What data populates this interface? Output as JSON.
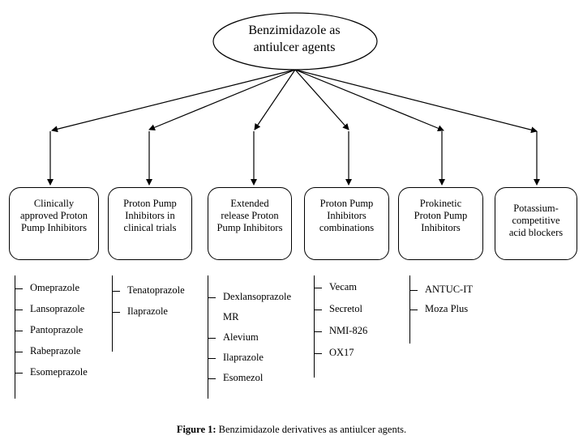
{
  "root": {
    "label_line1": "Benzimidazole as",
    "label_line2": "antiulcer agents"
  },
  "categories": [
    {
      "label": "Clinically approved Proton Pump Inhibitors",
      "items": [
        "Omeprazole",
        "Lansoprazole",
        "Pantoprazole",
        "Rabeprazole",
        "Esomeprazole"
      ]
    },
    {
      "label": "Proton Pump Inhibitors in clinical trials",
      "items": [
        "Tenatoprazole",
        "Ilaprazole"
      ]
    },
    {
      "label": "Extended release Proton Pump Inhibitors",
      "items": [
        "Dexlansoprazole",
        "MR",
        "Alevium",
        "Ilaprazole",
        "Esomezol"
      ]
    },
    {
      "label": "Proton Pump Inhibitors combinations",
      "items": [
        "Vecam",
        "Secretol",
        "NMI-826",
        "OX17"
      ]
    },
    {
      "label": "Prokinetic Proton Pump Inhibitors",
      "items": [
        "ANTUC-IT",
        "Moza Plus"
      ]
    },
    {
      "label": "Potassium-competitive acid blockers",
      "items": []
    }
  ],
  "caption": {
    "prefix": "Figure 1:",
    "text": " Benzimidazole derivatives as antiulcer agents."
  },
  "colors": {
    "stroke": "#000000",
    "background": "#ffffff"
  }
}
